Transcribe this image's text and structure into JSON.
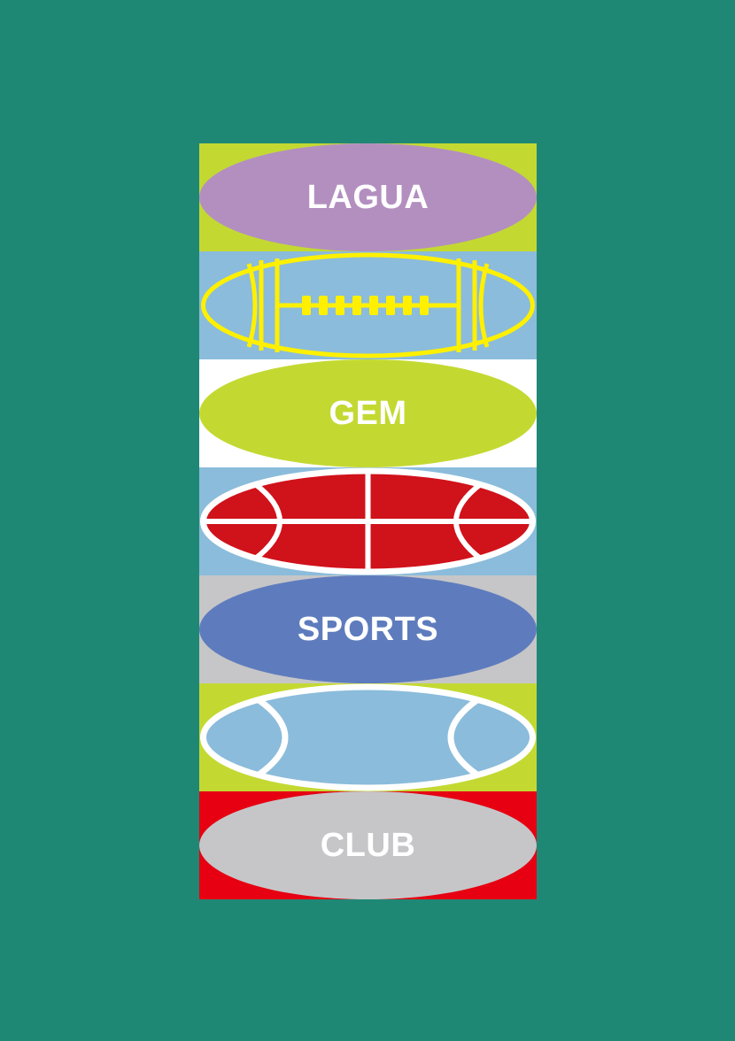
{
  "background_color": "#1f8875",
  "bands": [
    {
      "kind": "text",
      "text": "LAGUA",
      "band_color": "#c3d932",
      "ellipse_color": "#b38fc0"
    },
    {
      "kind": "american-football",
      "band_color": "#8bbcdb",
      "ball_color": "#8bbcdb",
      "line_color": "#fff000",
      "icon": "american-football-icon"
    },
    {
      "kind": "text",
      "text": "GEM",
      "band_color": "#ffffff",
      "ellipse_color": "#c3d932"
    },
    {
      "kind": "basketball",
      "band_color": "#8bbcdb",
      "ball_color": "#d0121b",
      "line_color": "#ffffff",
      "icon": "basketball-icon"
    },
    {
      "kind": "text",
      "text": "SPORTS",
      "band_color": "#c6c6c8",
      "ellipse_color": "#5e7cbd"
    },
    {
      "kind": "rugby-ball",
      "band_color": "#c3d932",
      "ball_color": "#8bbcdb",
      "line_color": "#ffffff",
      "icon": "rugby-ball-icon"
    },
    {
      "kind": "text",
      "text": "CLUB",
      "band_color": "#e60012",
      "ellipse_color": "#c6c6c8"
    }
  ]
}
